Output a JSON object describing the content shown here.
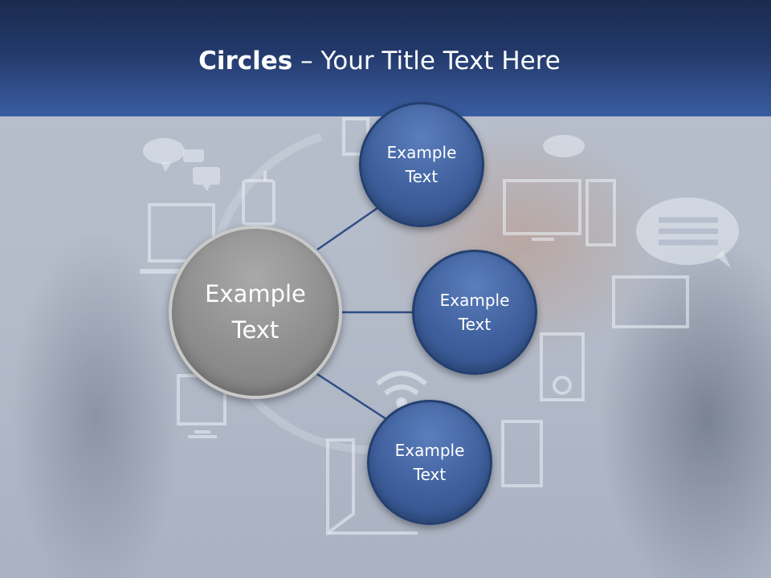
{
  "slide": {
    "title_bold": "Circles",
    "title_rest": " – Your Title Text Here"
  },
  "diagram": {
    "center": {
      "label_line1": "Example",
      "label_line2": "Text"
    },
    "satellites": [
      {
        "label_line1": "Example",
        "label_line2": "Text"
      },
      {
        "label_line1": "Example",
        "label_line2": "Text"
      },
      {
        "label_line1": "Example",
        "label_line2": "Text"
      }
    ]
  },
  "colors": {
    "header": "#23396a",
    "satellite_fill": "#3e5f9c",
    "center_fill": "#8e8e8e",
    "connector": "#2f4e86"
  },
  "background_icons": [
    "chat-bubbles-icon",
    "laptop-icon",
    "phone-icon",
    "monitor-icon",
    "tower-icon",
    "speech-bubble-icon",
    "tablet-icon",
    "media-player-icon",
    "wifi-icon",
    "open-laptop-icon"
  ]
}
